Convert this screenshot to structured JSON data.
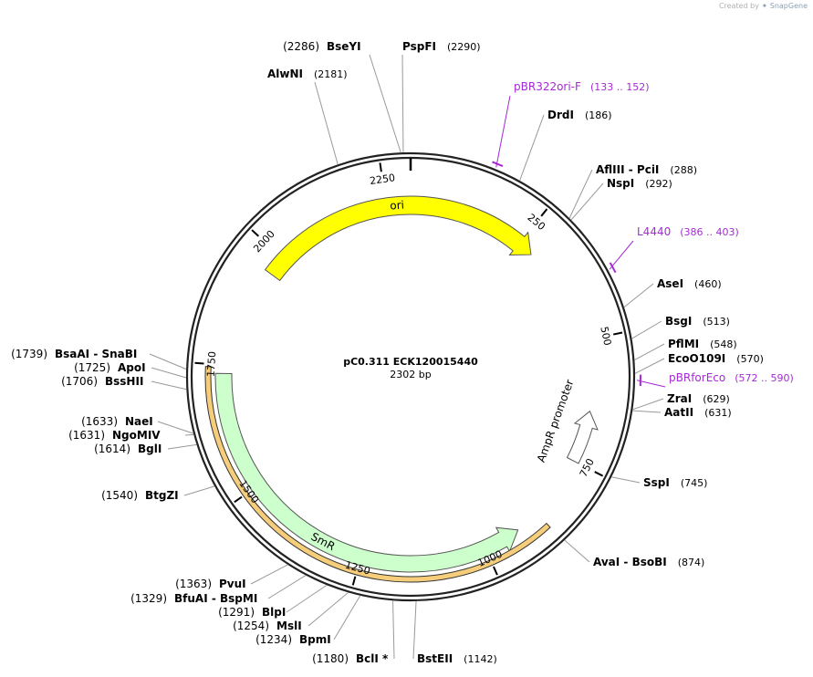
{
  "watermark": {
    "prefix": "Created by",
    "brand": "SnapGene"
  },
  "plasmid": {
    "name": "pC0.311 ECK120015440",
    "length_label": "2302 bp",
    "length": 2302
  },
  "ticks": [
    {
      "pos": 250,
      "label": "250"
    },
    {
      "pos": 500,
      "label": "500"
    },
    {
      "pos": 750,
      "label": "750"
    },
    {
      "pos": 1000,
      "label": "1000"
    },
    {
      "pos": 1250,
      "label": "1250"
    },
    {
      "pos": 1500,
      "label": "1500"
    },
    {
      "pos": 1750,
      "label": "1750"
    },
    {
      "pos": 2000,
      "label": "2000"
    },
    {
      "pos": 2250,
      "label": "2250"
    }
  ],
  "features": [
    {
      "name": "ori",
      "start": 1959,
      "end": 285,
      "direction": "cw",
      "color": "#ffff00",
      "stroke": "#555555",
      "radius": 188,
      "width": 20
    },
    {
      "name": "SmR",
      "start": 927,
      "end": 1733,
      "direction": "ccw",
      "color": "#ccffcc",
      "stroke": "#555555",
      "radius": 205,
      "width": 18
    },
    {
      "name": "AmpR promoter",
      "start": 645,
      "end": 750,
      "direction": "ccw",
      "color": "#ffffff",
      "stroke": "#555555",
      "radius": 200,
      "width": 14
    },
    {
      "name": "",
      "start": 877,
      "end": 1745,
      "direction": "ccw",
      "color": "#f6cd7a",
      "stroke": "#333333",
      "radius": 222,
      "width": 6
    }
  ],
  "primers": [
    {
      "name": "pBR322ori-F",
      "range": "(133 .. 152)",
      "pos": 142
    },
    {
      "name": "L4440",
      "range": "(386 .. 403)",
      "pos": 394
    },
    {
      "name": "pBRforEco",
      "range": "(572 .. 590)",
      "pos": 581
    }
  ],
  "sites": [
    {
      "name": "BseYI",
      "pos": "(2286)",
      "num": 2286,
      "side": "left"
    },
    {
      "name": "PspFI",
      "pos": "(2290)",
      "num": 2290,
      "side": "right"
    },
    {
      "name": "AlwNI",
      "pos": "(2181)",
      "num": 2181,
      "side": "left"
    },
    {
      "name": "DrdI",
      "pos": "(186)",
      "num": 186,
      "side": "right"
    },
    {
      "name": "AflIII",
      "pos": "(288)",
      "num": 288,
      "side": "right",
      "extra": " - PciI"
    },
    {
      "name": "NspI",
      "pos": "(292)",
      "num": 292,
      "side": "right"
    },
    {
      "name": "AseI",
      "pos": "(460)",
      "num": 460,
      "side": "right"
    },
    {
      "name": "BsgI",
      "pos": "(513)",
      "num": 513,
      "side": "right"
    },
    {
      "name": "PflMI",
      "pos": "(548)",
      "num": 548,
      "side": "right"
    },
    {
      "name": "EcoO109I",
      "pos": "(570)",
      "num": 570,
      "side": "right"
    },
    {
      "name": "ZraI",
      "pos": "(629)",
      "num": 629,
      "side": "right"
    },
    {
      "name": "AatII",
      "pos": "(631)",
      "num": 631,
      "side": "right"
    },
    {
      "name": "SspI",
      "pos": "(745)",
      "num": 745,
      "side": "right"
    },
    {
      "name": "AvaI",
      "pos": "(874)",
      "num": 874,
      "side": "right",
      "extra": " - BsoBI"
    },
    {
      "name": "BstEII",
      "pos": "(1142)",
      "num": 1142,
      "side": "right"
    },
    {
      "name": "BclI",
      "pos": "(1180)",
      "num": 1180,
      "side": "left",
      "extra": " *"
    },
    {
      "name": "BpmI",
      "pos": "(1234)",
      "num": 1234,
      "side": "left"
    },
    {
      "name": "MslI",
      "pos": "(1254)",
      "num": 1254,
      "side": "left"
    },
    {
      "name": "BlpI",
      "pos": "(1291)",
      "num": 1291,
      "side": "left"
    },
    {
      "name": "BfuAI",
      "pos": "(1329)",
      "num": 1329,
      "side": "left",
      "extra": " - BspMI"
    },
    {
      "name": "PvuI",
      "pos": "(1363)",
      "num": 1363,
      "side": "left"
    },
    {
      "name": "BtgZI",
      "pos": "(1540)",
      "num": 1540,
      "side": "left"
    },
    {
      "name": "BglI",
      "pos": "(1614)",
      "num": 1614,
      "side": "left"
    },
    {
      "name": "NgoMIV",
      "pos": "(1631)",
      "num": 1631,
      "side": "left"
    },
    {
      "name": "NaeI",
      "pos": "(1633)",
      "num": 1633,
      "side": "left"
    },
    {
      "name": "BssHII",
      "pos": "(1706)",
      "num": 1706,
      "side": "left"
    },
    {
      "name": "ApoI",
      "pos": "(1725)",
      "num": 1725,
      "side": "left"
    },
    {
      "name": "BsaAI",
      "pos": "(1739)",
      "num": 1739,
      "side": "left",
      "extra": " - SnaBI"
    }
  ]
}
